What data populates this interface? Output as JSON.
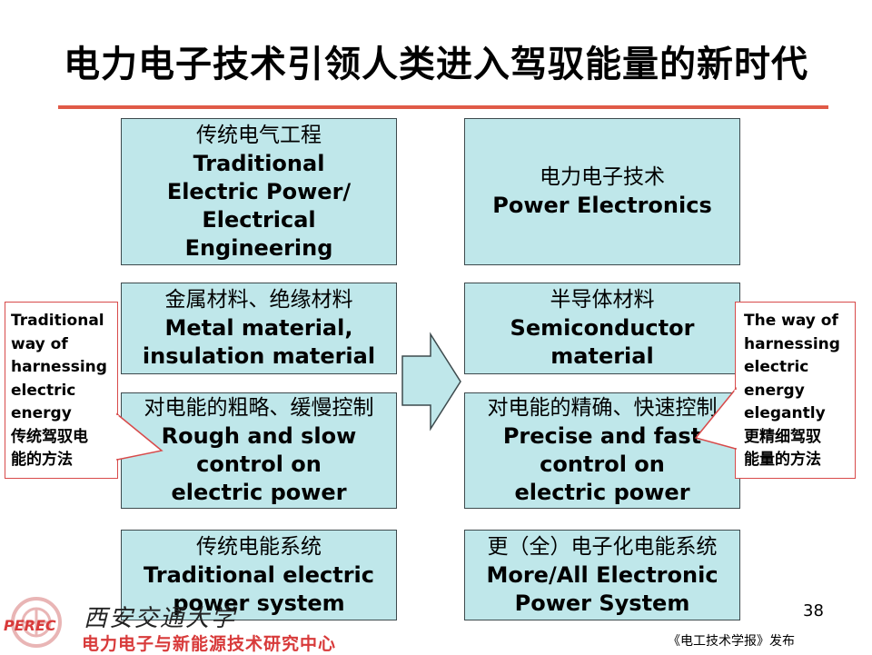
{
  "title": "电力电子技术引领人类进入驾驭能量的新时代",
  "left_column": [
    {
      "zh": "传统电气工程",
      "en": "Traditional\nElectric Power/\nElectrical\nEngineering"
    },
    {
      "zh": "金属材料、绝缘材料",
      "en": "Metal material,\ninsulation material"
    },
    {
      "zh": "对电能的粗略、缓慢控制",
      "en": "Rough and slow\ncontrol on\nelectric power"
    },
    {
      "zh": "传统电能系统",
      "en": "Traditional electric\npower system"
    }
  ],
  "right_column": [
    {
      "zh": "电力电子技术",
      "en": "Power Electronics"
    },
    {
      "zh": "半导体材料",
      "en": "Semiconductor\nmaterial"
    },
    {
      "zh": "对电能的精确、快速控制",
      "en": "Precise and fast\ncontrol on\nelectric power"
    },
    {
      "zh": "更（全）电子化电能系统",
      "en": "More/All Electronic\nPower System"
    }
  ],
  "left_callout": "Traditional\nway of\nharnessing\nelectric\nenergy\n传统驾驭电\n能的方法",
  "right_callout": "The way of\nharnessing\nelectric\nenergy\nelegantly\n更精细驾驭\n能量的方法",
  "page_number": "38",
  "footer": {
    "logo_text": "PEREC",
    "university": "西安交通大学",
    "center_name": "电力电子与新能源技术研究中心",
    "credit": "《电工技术学报》发布"
  },
  "colors": {
    "box_fill": "#bfe7ea",
    "box_border": "#3d4a4d",
    "accent_red": "#e05a47",
    "arrow_fill": "#bfe7ea"
  }
}
